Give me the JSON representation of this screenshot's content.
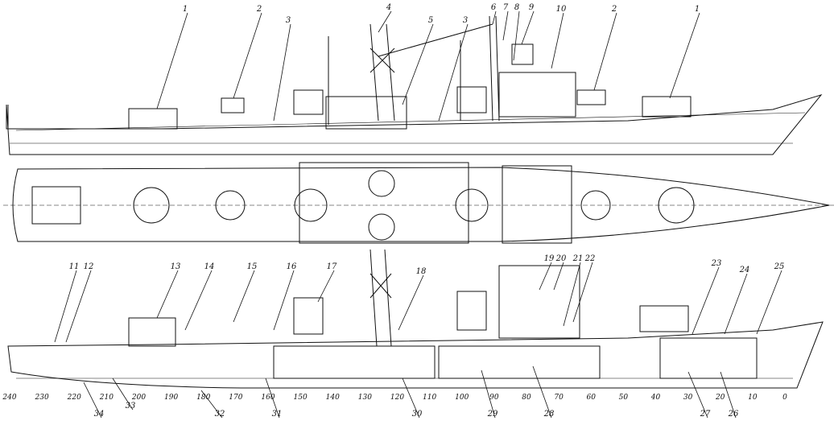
{
  "callouts": {
    "profile": [
      "1",
      "2",
      "3",
      "4",
      "5",
      "3",
      "6",
      "7",
      "8",
      "9",
      "10",
      "2",
      "1"
    ],
    "section_top": [
      "11",
      "12",
      "13",
      "14",
      "15",
      "16",
      "17",
      "18",
      "19",
      "20",
      "21",
      "22",
      "23",
      "24",
      "25"
    ],
    "section_bottom": [
      "34",
      "33",
      "32",
      "31",
      "30",
      "29",
      "28",
      "27",
      "26"
    ]
  },
  "frame_scale": {
    "labels": [
      "240",
      "230",
      "220",
      "210",
      "200",
      "190",
      "180",
      "170",
      "160",
      "150",
      "140",
      "130",
      "120",
      "110",
      "100",
      "90",
      "80",
      "70",
      "60",
      "50",
      "40",
      "30",
      "20",
      "10",
      "0"
    ]
  },
  "colors": {
    "ink": "#111111",
    "paper": "#ffffff"
  }
}
